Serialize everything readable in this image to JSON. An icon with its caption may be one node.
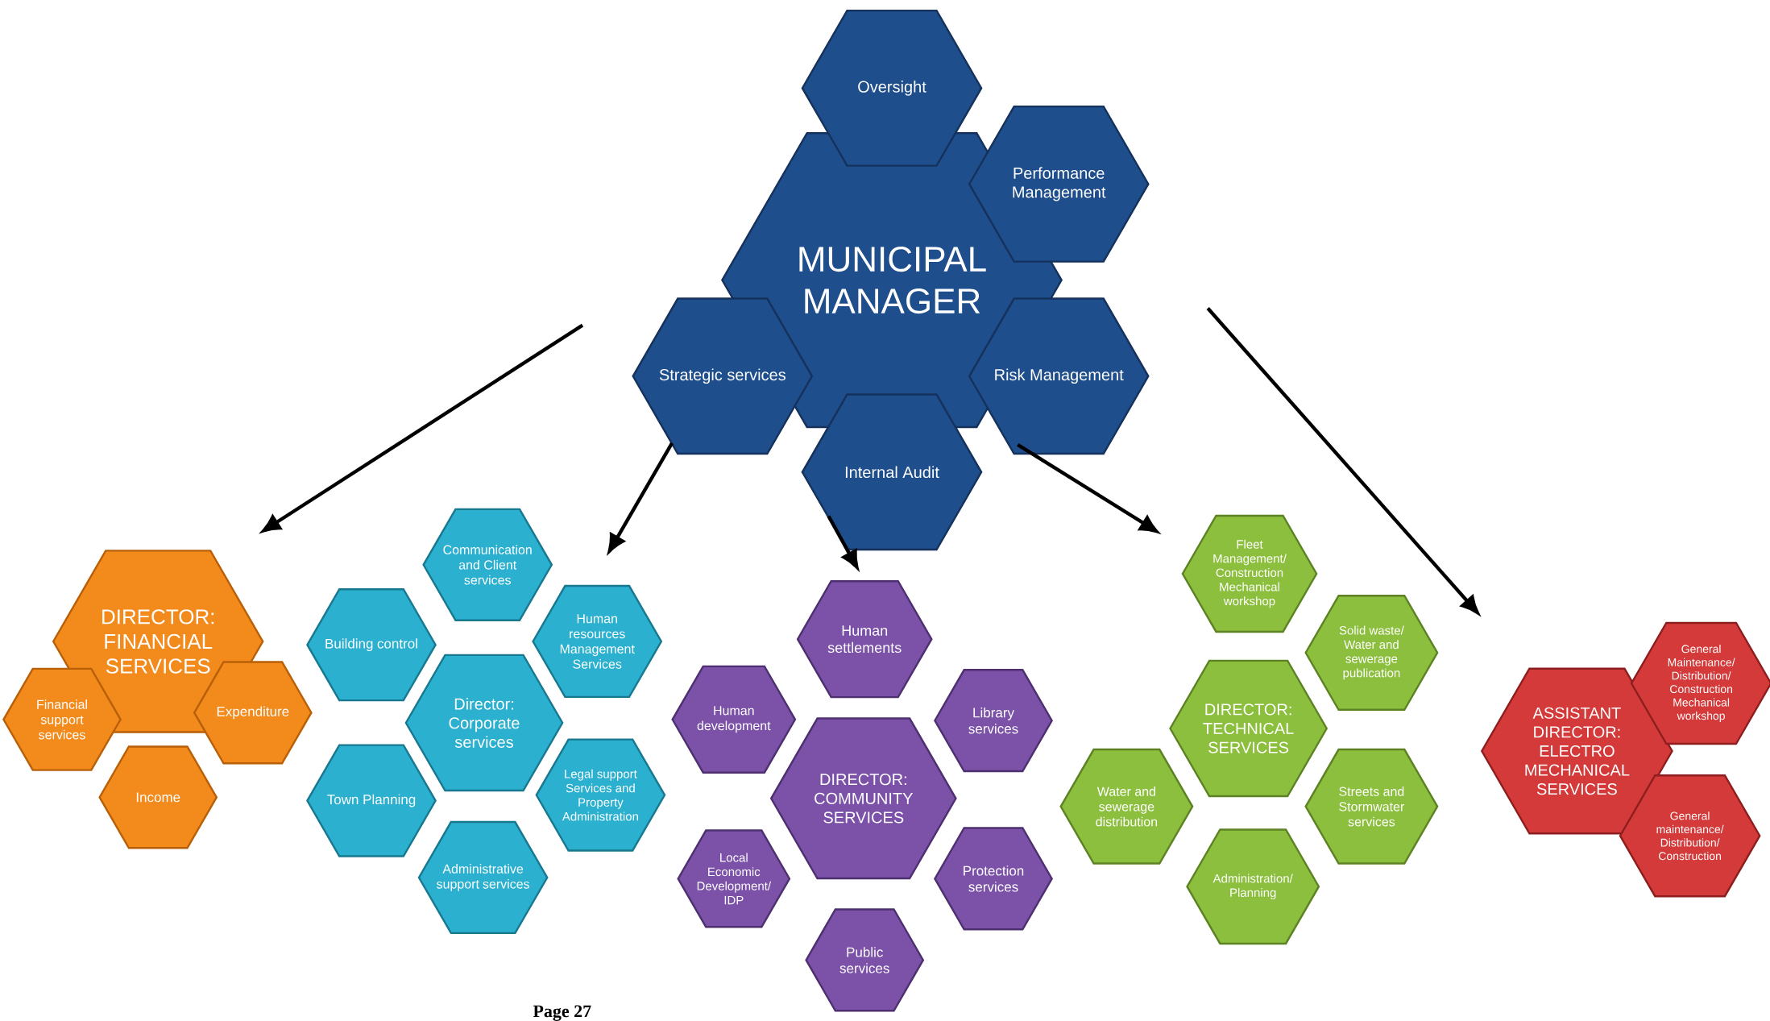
{
  "diagram": {
    "nodes": [
      {
        "text": [
          "MUNICIPAL MANAGER"
        ]
      },
      {
        "text": [
          "Oversight"
        ]
      },
      {
        "text": [
          "Performance Management"
        ]
      },
      {
        "text": [
          "Strategic services"
        ]
      },
      {
        "text": [
          "Risk Management"
        ]
      },
      {
        "text": [
          "Internal Audit"
        ]
      },
      {
        "text": [
          "DIRECTOR: FINANCIAL SERVICES"
        ]
      },
      {
        "text": [
          "Financial support services"
        ]
      },
      {
        "text": [
          "Expenditure"
        ]
      },
      {
        "text": [
          "Income"
        ]
      },
      {
        "text": [
          "Communication and Client services"
        ]
      },
      {
        "text": [
          "Building control"
        ]
      },
      {
        "text": [
          "Human resources Management Services"
        ]
      },
      {
        "text": [
          "Director: Corporate services"
        ]
      },
      {
        "text": [
          "Town Planning"
        ]
      },
      {
        "text": [
          "Legal support Services and Property Administration"
        ]
      },
      {
        "text": [
          "Administrative support services"
        ]
      },
      {
        "text": [
          "Human settlements"
        ]
      },
      {
        "text": [
          "Human development"
        ]
      },
      {
        "text": [
          "Library services"
        ]
      },
      {
        "text": [
          "DIRECTOR:COMMUNITY SERVICES"
        ]
      },
      {
        "text": [
          "Local Economic Development/IDP"
        ]
      },
      {
        "text": [
          "Protection services"
        ]
      },
      {
        "text": [
          "Public services"
        ]
      },
      {
        "text": [
          "Fleet Management/Construction Mechanical workshop"
        ]
      },
      {
        "text": [
          "Solid waste/Water and sewerage publication"
        ]
      },
      {
        "text": [
          "DIRECTOR: TECHNICAL SERVICES"
        ]
      },
      {
        "text": [
          "Water and sewerage distribution"
        ]
      },
      {
        "text": [
          "Streets and Stormwater services"
        ]
      },
      {
        "text": [
          "Administration/Planning"
        ]
      },
      {
        "text": [
          "ASSISTANT DIRECTOR: ELECTRO MECHANICAL SERVICES"
        ]
      },
      {
        "text": [
          "General Maintenance/Distribution/Construction Mechanical workshop"
        ]
      },
      {
        "text": [
          "General maintenance/Distribution/Construction"
        ]
      }
    ],
    "edges": [
      {
        "from": null,
        "to": 6,
        "arrow": "to"
      },
      {
        "from": 3,
        "to": 12,
        "arrow": "to"
      },
      {
        "from": 5,
        "to": 17,
        "arrow": "to"
      },
      {
        "from": 4,
        "to": 24,
        "arrow": "to"
      },
      {
        "from": null,
        "to": 30,
        "arrow": "to"
      }
    ],
    "labels": [
      "Page 27"
    ]
  }
}
